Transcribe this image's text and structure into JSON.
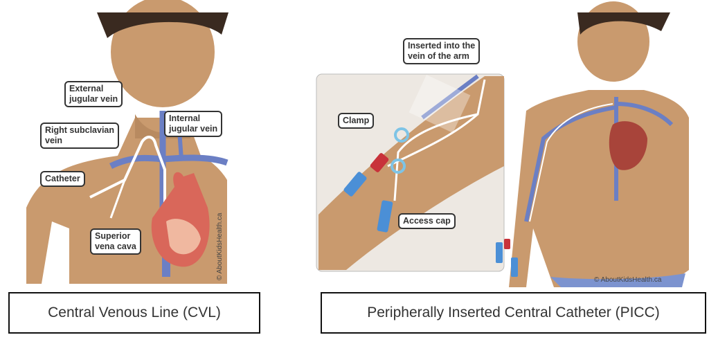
{
  "cvl": {
    "caption": "Central Venous Line (CVL)",
    "labels": {
      "external_jugular": "External\njugular vein",
      "internal_jugular": "Internal\njugular vein",
      "right_subclavian": "Right subclavian\nvein",
      "catheter": "Catheter",
      "superior_vena_cava": "Superior\nvena cava"
    },
    "watermark": "© AboutKidsHealth.ca"
  },
  "picc": {
    "caption": "Peripherally Inserted Central Catheter (PICC)",
    "labels": {
      "inserted": "Inserted into the\nvein of the arm",
      "clamp": "Clamp",
      "access_cap": "Access cap"
    },
    "watermark": "© AboutKidsHealth.ca"
  },
  "colors": {
    "skin": "#c99a6e",
    "vein": "#6b7fc4",
    "heart": "#d9675a",
    "catheter": "#ffffff",
    "cap_blue": "#4b8fd6",
    "clamp_red": "#c8323a"
  }
}
